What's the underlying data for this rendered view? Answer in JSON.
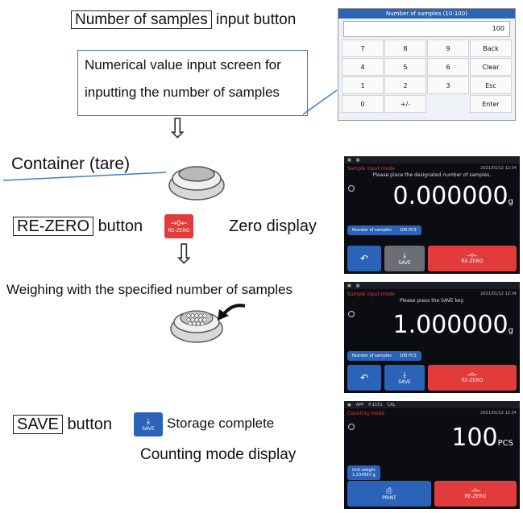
{
  "step1": {
    "button_name": "Number of samples",
    "button_suffix": "input button",
    "caption_line1": "Numerical value input screen for",
    "caption_line2": "inputting the number of samples"
  },
  "keypad": {
    "title": "Number of samples (10-100)",
    "display_value": "100",
    "keys": [
      "7",
      "8",
      "9",
      "Back",
      "4",
      "5",
      "6",
      "Clear",
      "1",
      "2",
      "3",
      "Esc",
      "0",
      "+/-",
      "",
      "Enter"
    ]
  },
  "step2": {
    "label": "Container (tare)"
  },
  "step3": {
    "button_name": "RE-ZERO",
    "button_word": "button",
    "after_text": "Zero display"
  },
  "step4": {
    "label": "Weighing with the specified number of samples"
  },
  "step5": {
    "button_name": "SAVE",
    "button_word": "button",
    "after_text": "Storage complete",
    "line2": "Counting mode display"
  },
  "icons": {
    "rezero_symbol": "→0←",
    "rezero_text": "RE-ZERO",
    "save_symbol": "⤓",
    "save_text": "SAVE",
    "arrow": "⇩"
  },
  "screen1": {
    "mode": "Sample input mode",
    "date": "2021/01/12  12:34",
    "message": "Please place the designated number of samples.",
    "value": "0.000000",
    "unit": "g",
    "pill_label": "Number of samples",
    "pill_value": "100 PCS",
    "btn_save": "SAVE",
    "btn_rezero": "RE-ZERO"
  },
  "screen2": {
    "mode": "Sample input mode",
    "date": "2021/01/12  12:34",
    "message": "Please press the SAVE key.",
    "value": "1.000000",
    "unit": "g",
    "pill_label": "Number of samples",
    "pill_value": "100 PCS",
    "btn_save": "SAVE",
    "btn_rezero": "RE-ZERO"
  },
  "screen3": {
    "mode": "Counting mode",
    "top_items": [
      "APP",
      "P-1151",
      "CAL"
    ],
    "date": "2021/01/12  12:34",
    "value": "100",
    "unit": "PCS",
    "pill_label": "Unit weight",
    "pill_value": "1.234567 g",
    "btn_print": "PRINT",
    "btn_rezero": "RE-ZERO"
  },
  "colors": {
    "red": "#e23b3b",
    "blue": "#2b63b8",
    "screen_bg": "#0b0d12"
  }
}
